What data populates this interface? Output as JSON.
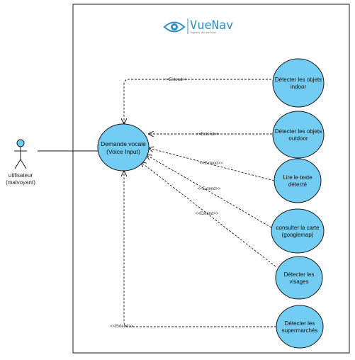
{
  "colors": {
    "use_case_fill": "#73ccf1",
    "stroke": "#1a1a1a",
    "accent": "#2f8fc5"
  },
  "logo": {
    "icon": "eye-icon",
    "title": "VueNav",
    "tagline": "Together, We see More"
  },
  "actor": {
    "icon": "stick-figure-actor",
    "label_line1": "utilisateur",
    "label_line2": "(malvoyant)"
  },
  "main_use_case": {
    "line1": "Demande vocale",
    "line2": "(Voice Input)"
  },
  "use_cases": [
    {
      "line1": "Détecter les objets",
      "line2": "indoor",
      "relation": "<<Extend>>"
    },
    {
      "line1": "Détecter les objets",
      "line2": "outdoor",
      "relation": "<<Extend>>"
    },
    {
      "line1": "Lire le texte",
      "line2": "détecté",
      "relation": "<<Extend>>"
    },
    {
      "line1": "consulter la carte",
      "line2": "(googlemap)",
      "relation": "<<Extend>>"
    },
    {
      "line1": "Détecter les",
      "line2": "visages",
      "relation": "<<Extend>>"
    },
    {
      "line1": "Détecter les",
      "line2": "supermarchés",
      "relation": "<<Extend>>"
    }
  ]
}
